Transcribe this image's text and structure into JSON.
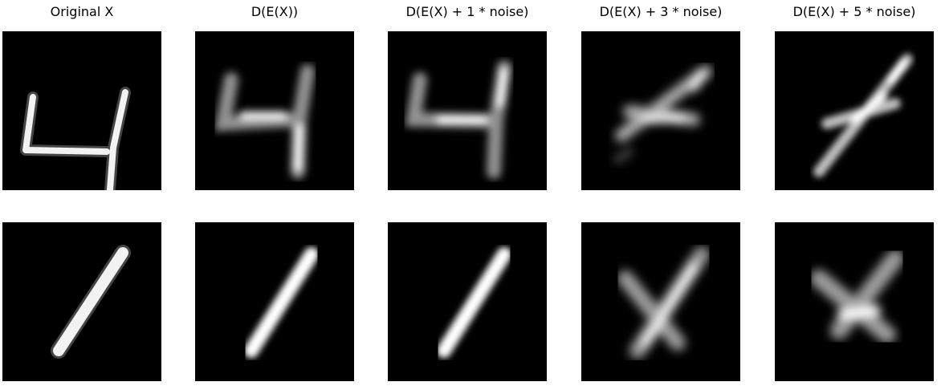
{
  "figure": {
    "columns": [
      {
        "title": "Original X"
      },
      {
        "title": "D(E(X))"
      },
      {
        "title": "D(E(X) + 1 * noise)"
      },
      {
        "title": "D(E(X) + 3 * noise)"
      },
      {
        "title": "D(E(X) + 5 * noise)"
      }
    ],
    "rows": [
      {
        "digit": "4",
        "panels": [
          "original-digit-4",
          "reconstruction-digit-4",
          "noisy-1-reconstruction-digit-4",
          "noisy-3-reconstruction-digit-4",
          "noisy-5-reconstruction-digit-4"
        ]
      },
      {
        "digit": "1",
        "panels": [
          "original-digit-1",
          "reconstruction-digit-1",
          "noisy-1-reconstruction-digit-1",
          "noisy-3-reconstruction-digit-1",
          "noisy-5-reconstruction-digit-1"
        ]
      }
    ],
    "colormap": "grayscale",
    "background_color": "#000000"
  }
}
